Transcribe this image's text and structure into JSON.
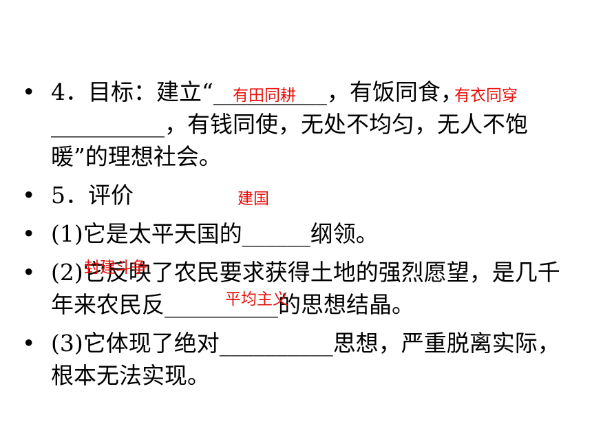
{
  "bullet_symbol": "•",
  "items": [
    {
      "text": "4．目标：建立“__________，有饭同食，__________，有钱同使，无处不均匀，无人不饱暖”的理想社会。"
    },
    {
      "text": "5．评价"
    },
    {
      "text": "(1)它是太平天国的______纲领。"
    },
    {
      "text": "(2)它反映了农民要求获得土地的强烈愿望，是几千年来农民反__________的思想结晶。"
    },
    {
      "text": "(3)它体现了绝对__________思想，严重脱离实际，根本无法实现。"
    }
  ],
  "answers": [
    {
      "text": "有田同耕"
    },
    {
      "text": "有衣同穿"
    },
    {
      "text": "建国"
    },
    {
      "text": "封建斗争"
    },
    {
      "text": "平均主义"
    }
  ],
  "colors": {
    "text": "#000000",
    "answer": "#e8100b",
    "background": "#ffffff"
  }
}
